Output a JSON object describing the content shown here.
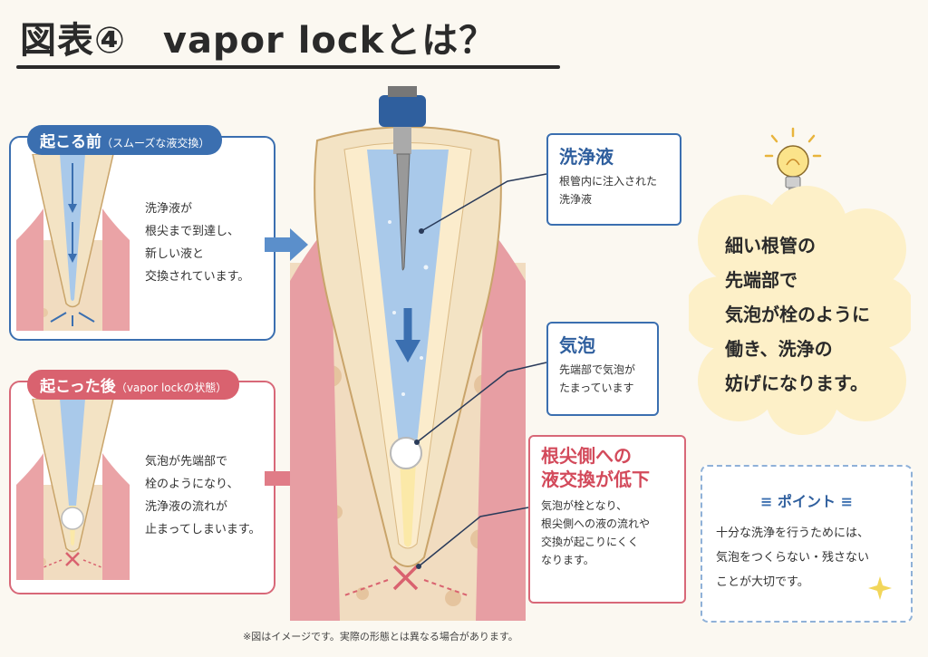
{
  "title": "図表④　vapor lockとは？",
  "before": {
    "label": "起こる前",
    "sublabel": "（スムーズな液交換）",
    "text": "洗浄液が\n根尖まで到達し、\n新しい液と\n交換されています。"
  },
  "after": {
    "label": "起こった後",
    "sublabel": "（vapor lockの状態）",
    "text": "気泡が先端部で\n栓のようになり、\n洗浄液の流れが\n止まってしまいます。"
  },
  "callouts": {
    "irrigant": {
      "title": "洗浄液",
      "text": "根管内に注入された\n洗浄液"
    },
    "bubble": {
      "title": "気泡",
      "text": "先端部で気泡が\nたまっています"
    },
    "exchange": {
      "title": "根尖側への\n液交換が低下",
      "text": "気泡が栓となり、\n根尖側への液の流れや\n交換が起こりにくく\nなります。"
    }
  },
  "cloud_text": "細い根管の\n先端部で\n気泡が栓のように\n働き、洗浄の\n妨げになります。",
  "point": {
    "title": "ポイント",
    "text": "十分な洗浄を行うためには、\n気泡をつくらない・残さない\nことが大切です。"
  },
  "footnote": "※図はイメージです。実際の形態とは異なる場合があります。",
  "colors": {
    "blue": "#3b6fb0",
    "red": "#d9626f",
    "irrigant": "#a9c9ea",
    "dentin": "#f3e3c4",
    "gum": "#eaa3a6",
    "bone": "#f1dcc0"
  }
}
